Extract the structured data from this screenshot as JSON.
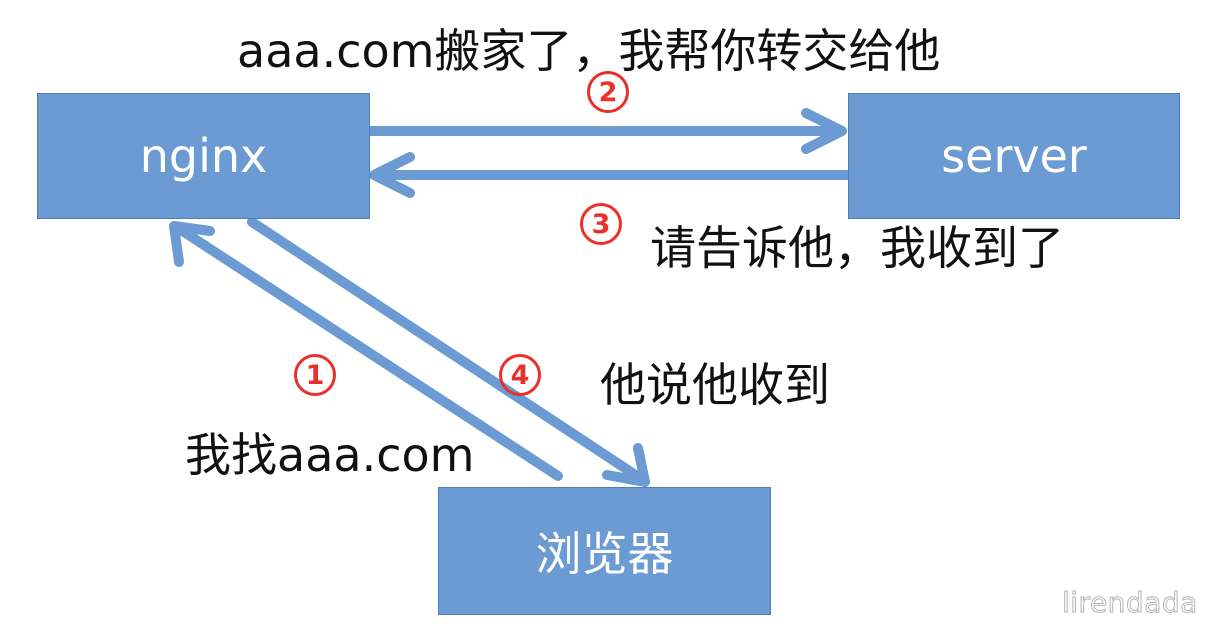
{
  "nodes": {
    "nginx": "nginx",
    "server": "server",
    "browser": "浏览器"
  },
  "steps": [
    {
      "marker": "1",
      "label": "我找aaa.com"
    },
    {
      "marker": "2",
      "label": "aaa.com搬家了，我帮你转交给他"
    },
    {
      "marker": "3",
      "label": "请告诉他，我收到了"
    },
    {
      "marker": "4",
      "label": "他说他收到"
    }
  ],
  "watermark": "lirendada",
  "colors": {
    "box_fill": "#6b9bd2",
    "arrow": "#6b9bd2",
    "marker": "#e8312b",
    "text": "#111111"
  }
}
